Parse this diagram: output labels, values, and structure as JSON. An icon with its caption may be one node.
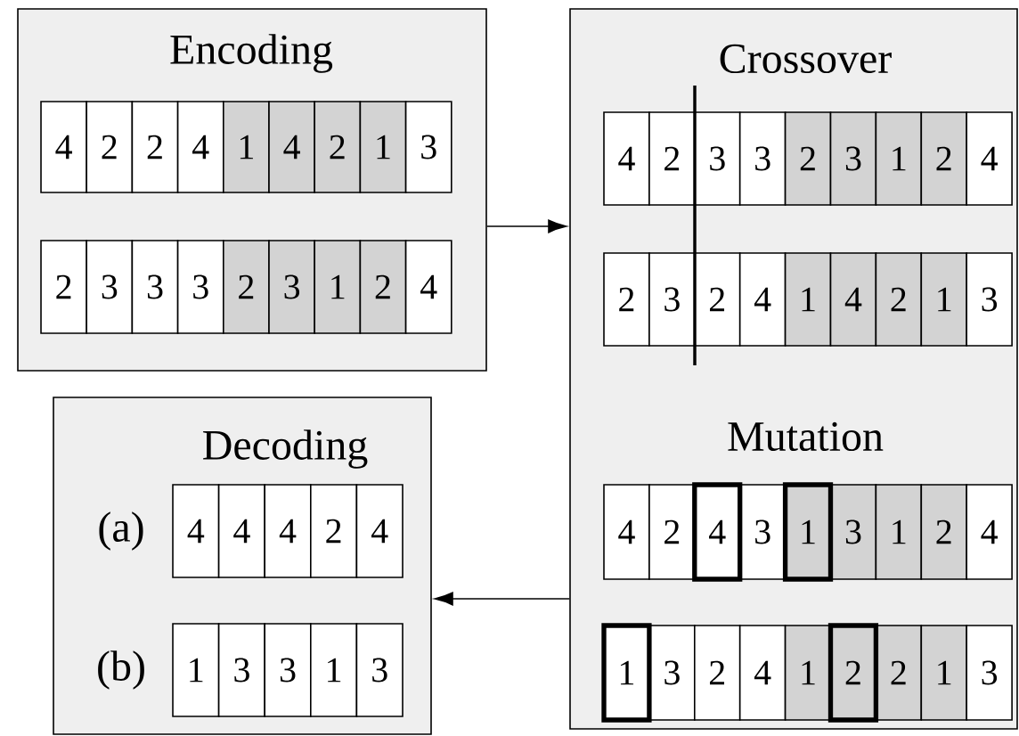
{
  "diagram": {
    "nodes": [
      {
        "text": [
          "Encoding"
        ]
      },
      {
        "text": [
          "4"
        ],
        "in": 0
      },
      {
        "text": [
          "2"
        ],
        "in": 0
      },
      {
        "text": [
          "2"
        ],
        "in": 0
      },
      {
        "text": [
          "4"
        ],
        "in": 0
      },
      {
        "text": [
          "1"
        ],
        "in": 0
      },
      {
        "text": [
          "4"
        ],
        "in": 0
      },
      {
        "text": [
          "2"
        ],
        "in": 0
      },
      {
        "text": [
          "1"
        ],
        "in": 0
      },
      {
        "text": [
          "3"
        ],
        "in": 0
      },
      {
        "text": [
          "2"
        ],
        "in": 0
      },
      {
        "text": [
          "3"
        ],
        "in": 0
      },
      {
        "text": [
          "3"
        ],
        "in": 0
      },
      {
        "text": [
          "3"
        ],
        "in": 0
      },
      {
        "text": [
          "2"
        ],
        "in": 0
      },
      {
        "text": [
          "3"
        ],
        "in": 0
      },
      {
        "text": [
          "1"
        ],
        "in": 0
      },
      {
        "text": [
          "2"
        ],
        "in": 0
      },
      {
        "text": [
          "4"
        ],
        "in": 0
      },
      {
        "text": [
          "Crossover",
          "Mutation"
        ]
      },
      {
        "text": [
          "4"
        ],
        "in": 19
      },
      {
        "text": [
          "2"
        ],
        "in": 19
      },
      {
        "text": [
          "3"
        ],
        "in": 19
      },
      {
        "text": [
          "3"
        ],
        "in": 19
      },
      {
        "text": [
          "2"
        ],
        "in": 19
      },
      {
        "text": [
          "3"
        ],
        "in": 19
      },
      {
        "text": [
          "1"
        ],
        "in": 19
      },
      {
        "text": [
          "2"
        ],
        "in": 19
      },
      {
        "text": [
          "4"
        ],
        "in": 19
      },
      {
        "text": [
          "2"
        ],
        "in": 19
      },
      {
        "text": [
          "3"
        ],
        "in": 19
      },
      {
        "text": [
          "2"
        ],
        "in": 19
      },
      {
        "text": [
          "4"
        ],
        "in": 19
      },
      {
        "text": [
          "1"
        ],
        "in": 19
      },
      {
        "text": [
          "4"
        ],
        "in": 19
      },
      {
        "text": [
          "2"
        ],
        "in": 19
      },
      {
        "text": [
          "1"
        ],
        "in": 19
      },
      {
        "text": [
          "3"
        ],
        "in": 19
      },
      {
        "text": [
          "4"
        ],
        "in": 19
      },
      {
        "text": [
          "2"
        ],
        "in": 19
      },
      {
        "text": [
          "4"
        ],
        "in": 19
      },
      {
        "text": [
          "3"
        ],
        "in": 19
      },
      {
        "text": [
          "1"
        ],
        "in": 19
      },
      {
        "text": [
          "3"
        ],
        "in": 19
      },
      {
        "text": [
          "1"
        ],
        "in": 19
      },
      {
        "text": [
          "2"
        ],
        "in": 19
      },
      {
        "text": [
          "4"
        ],
        "in": 19
      },
      {
        "text": [
          "1"
        ],
        "in": 19
      },
      {
        "text": [
          "3"
        ],
        "in": 19
      },
      {
        "text": [
          "2"
        ],
        "in": 19
      },
      {
        "text": [
          "4"
        ],
        "in": 19
      },
      {
        "text": [
          "1"
        ],
        "in": 19
      },
      {
        "text": [
          "2"
        ],
        "in": 19
      },
      {
        "text": [
          "2"
        ],
        "in": 19
      },
      {
        "text": [
          "1"
        ],
        "in": 19
      },
      {
        "text": [
          "3"
        ],
        "in": 19
      },
      {
        "text": [
          "Decoding"
        ]
      },
      {
        "text": [
          "4"
        ],
        "in": 56
      },
      {
        "text": [
          "4"
        ],
        "in": 56
      },
      {
        "text": [
          "4"
        ],
        "in": 56
      },
      {
        "text": [
          "2"
        ],
        "in": 56
      },
      {
        "text": [
          "4"
        ],
        "in": 56
      },
      {
        "text": [
          "1"
        ],
        "in": 56
      },
      {
        "text": [
          "3"
        ],
        "in": 56
      },
      {
        "text": [
          "3"
        ],
        "in": 56
      },
      {
        "text": [
          "1"
        ],
        "in": 56
      },
      {
        "text": [
          "3"
        ],
        "in": 56
      }
    ],
    "edges": [
      {
        "from": 0,
        "to": 19,
        "arrow": "to"
      },
      {
        "from": 19,
        "to": 56,
        "arrow": "to"
      }
    ],
    "labels": [
      "(a)",
      "(b)"
    ]
  }
}
